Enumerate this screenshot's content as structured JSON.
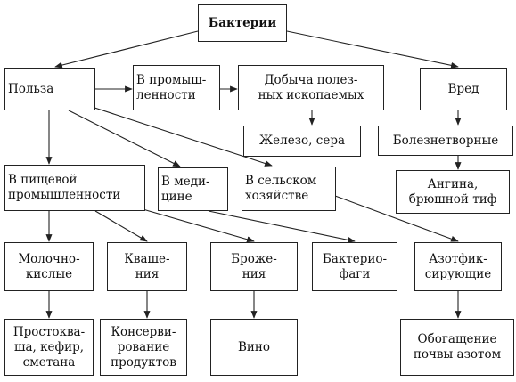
{
  "diagram": {
    "nodes": {
      "bacteria": "Бактерии",
      "benefit": "Польза",
      "industry": "В промыш-\nленности",
      "mining": "Добыча полез-\nных ископаемых",
      "iron_sulfur": "Железо, сера",
      "harm": "Вред",
      "pathogenic": "Болезнетворные",
      "angina": "Ангина,\nбрюшной тиф",
      "food_industry": "В пищевой\nпромышленности",
      "medicine": "В меди-\nцине",
      "agriculture": "В сельском\nхозяйстве",
      "lactic": "Молочно-\nкислые",
      "fermentation": "Кваше-\nния",
      "brewing": "Броже-\nния",
      "bacteriophages": "Бактерио-\nфаги",
      "nitrogen_fixing": "Азотфик-\nсирующие",
      "dairy_products": "Простоква-\nша, кефир,\nсметана",
      "canning": "Консерви-\nрование\nпродуктов",
      "wine": "Вино",
      "soil_enrichment": "Обогащение\nпочвы азотом"
    }
  }
}
